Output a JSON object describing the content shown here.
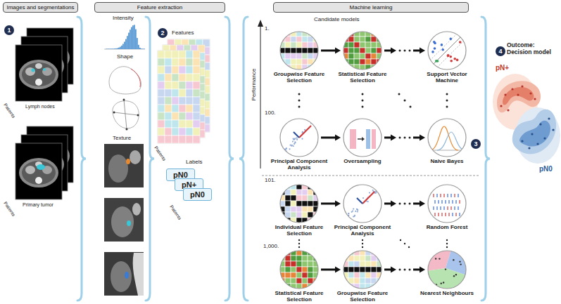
{
  "diagram": {
    "nodes": [
      {
        "text": [
          "Images and segmentations"
        ]
      },
      {
        "text": [
          "1"
        ]
      },
      {
        "text": [
          "Feature extraction"
        ]
      },
      {
        "text": [
          "2"
        ]
      },
      {
        "text": [
          "pN0"
        ]
      },
      {
        "text": [
          "pN+"
        ]
      },
      {
        "text": [
          "pN0"
        ]
      },
      {
        "text": [
          "Machine learning"
        ]
      },
      {
        "text": [
          "Groupwise Feature Selection"
        ]
      },
      {
        "text": [
          "Statistical Feature Selection"
        ]
      },
      {
        "text": [
          "Support Vector Machine"
        ]
      },
      {
        "text": [
          "Principal Component Analysis"
        ]
      },
      {
        "text": [
          "Oversampling"
        ]
      },
      {
        "text": [
          "Naive Bayes"
        ]
      },
      {
        "text": [
          "Individual Feature Selection"
        ]
      },
      {
        "text": [
          "Principal Component Analysis"
        ]
      },
      {
        "text": [
          "Random Forest"
        ]
      },
      {
        "text": [
          "Statistical Feature Selection"
        ]
      },
      {
        "text": [
          "Groupwise Feature Selection"
        ]
      },
      {
        "text": [
          "Nearest Neighbours"
        ]
      },
      {
        "text": [
          "3"
        ]
      },
      {
        "text": [
          "4"
        ]
      }
    ],
    "edges": [
      {
        "from": 8,
        "to": 9,
        "arrow": "to"
      },
      {
        "from": 9,
        "to": 10,
        "arrow": "to"
      },
      {
        "from": 11,
        "to": 12,
        "arrow": "to"
      },
      {
        "from": 12,
        "to": 13,
        "arrow": "to"
      },
      {
        "from": 14,
        "to": 15,
        "arrow": "to"
      },
      {
        "from": 15,
        "to": 16,
        "arrow": "to"
      },
      {
        "from": 17,
        "to": 18,
        "arrow": "to"
      },
      {
        "from": 18,
        "to": 19,
        "arrow": "to"
      }
    ],
    "labels": [
      "Lymph nodes",
      "Patients",
      "Primary tumor",
      "Patients",
      "Intensity",
      "Shape",
      "Texture",
      "Features",
      "Patients",
      "Labels",
      "Patients",
      "Candidate models",
      "Performance",
      "1.",
      "100.",
      "101.",
      "1,000.",
      "Outcome: Decision model",
      "pN+",
      "pN0"
    ]
  }
}
